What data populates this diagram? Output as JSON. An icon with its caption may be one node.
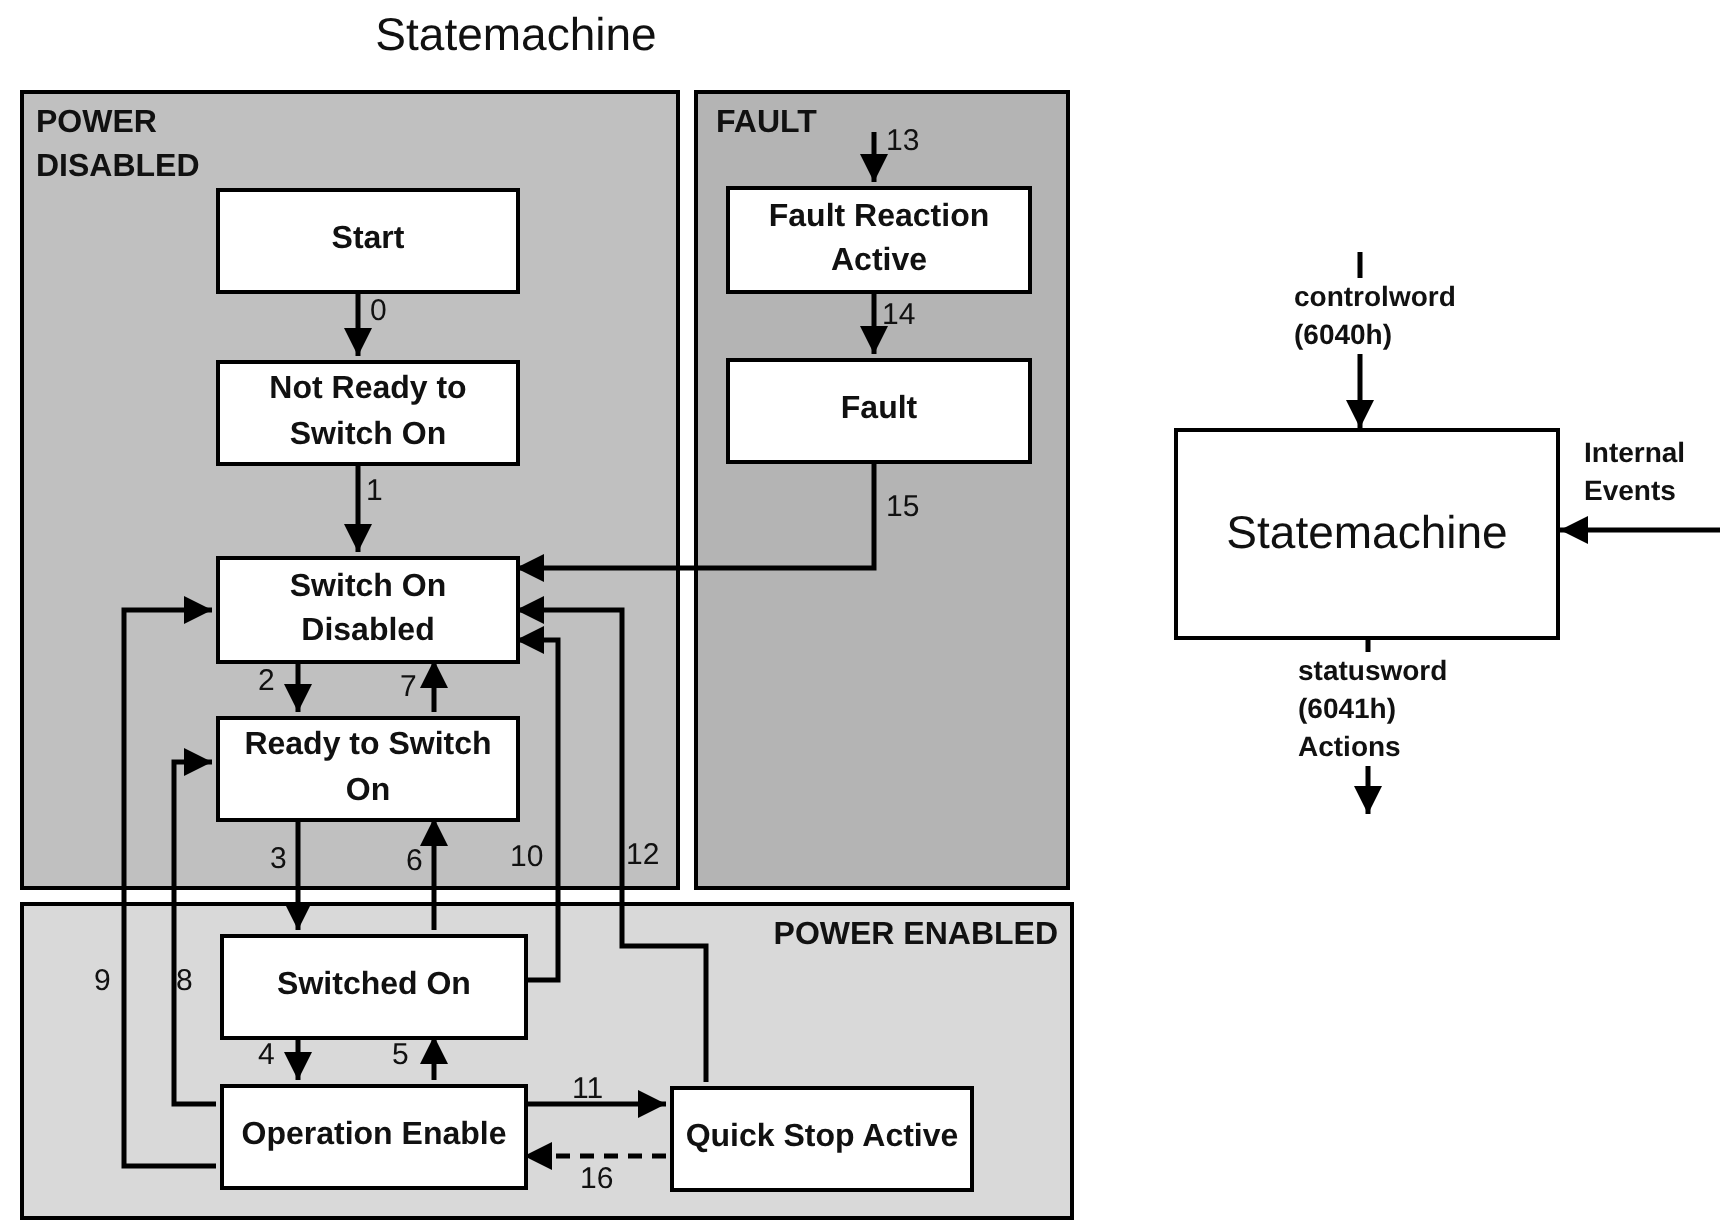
{
  "diagram": {
    "title": "Statemachine",
    "nodes": [
      {
        "text": [
          "POWER DISABLED"
        ]
      },
      {
        "text": [
          "FAULT"
        ]
      },
      {
        "text": [
          "POWER ENABLED"
        ]
      },
      {
        "text": [
          "Start"
        ],
        "in": 0
      },
      {
        "text": [
          "Not Ready to Switch On"
        ],
        "in": 0
      },
      {
        "text": [
          "Switch On Disabled"
        ],
        "in": 0
      },
      {
        "text": [
          "Ready to Switch On"
        ],
        "in": 0
      },
      {
        "text": [
          "Fault Reaction Active"
        ],
        "in": 1
      },
      {
        "text": [
          "Fault"
        ],
        "in": 1
      },
      {
        "text": [
          "Switched On"
        ],
        "in": 2
      },
      {
        "text": [
          "Operation Enable"
        ],
        "in": 2
      },
      {
        "text": [
          "Quick Stop Active"
        ],
        "in": 2
      },
      {
        "text": [
          "Statemachine"
        ]
      }
    ],
    "edges": [
      {
        "from": 3,
        "to": 4,
        "arrow": "to",
        "label": "0"
      },
      {
        "from": 4,
        "to": 5,
        "arrow": "to",
        "label": "1"
      },
      {
        "from": 5,
        "to": 6,
        "arrow": "to",
        "label": "2"
      },
      {
        "from": 6,
        "to": 9,
        "arrow": "to",
        "label": "3"
      },
      {
        "from": 9,
        "to": 10,
        "arrow": "to",
        "label": "4"
      },
      {
        "from": 10,
        "to": 9,
        "arrow": "to",
        "label": "5"
      },
      {
        "from": 9,
        "to": 6,
        "arrow": "to",
        "label": "6"
      },
      {
        "from": 6,
        "to": 5,
        "arrow": "to",
        "label": "7"
      },
      {
        "from": 10,
        "to": 6,
        "arrow": "to",
        "label": "8"
      },
      {
        "from": 10,
        "to": 5,
        "arrow": "to",
        "label": "9"
      },
      {
        "from": 9,
        "to": 5,
        "arrow": "to",
        "label": "10"
      },
      {
        "from": 10,
        "to": 11,
        "arrow": "to",
        "label": "11"
      },
      {
        "from": 11,
        "to": 5,
        "arrow": "to",
        "label": "12"
      },
      {
        "from": null,
        "to": 7,
        "arrow": "to",
        "label": "13"
      },
      {
        "from": 7,
        "to": 8,
        "arrow": "to",
        "label": "14"
      },
      {
        "from": 8,
        "to": 5,
        "arrow": "to",
        "label": "15"
      },
      {
        "from": 11,
        "to": 10,
        "arrow": "to",
        "label": "16",
        "style": "dashed"
      },
      {
        "from": null,
        "to": 12,
        "arrow": "to",
        "label": "controlword (6040h)"
      },
      {
        "from": null,
        "to": 12,
        "arrow": "to",
        "label": "Internal Events"
      },
      {
        "from": 12,
        "to": null,
        "arrow": "to",
        "label": "statusword (6041h) Actions"
      }
    ]
  }
}
